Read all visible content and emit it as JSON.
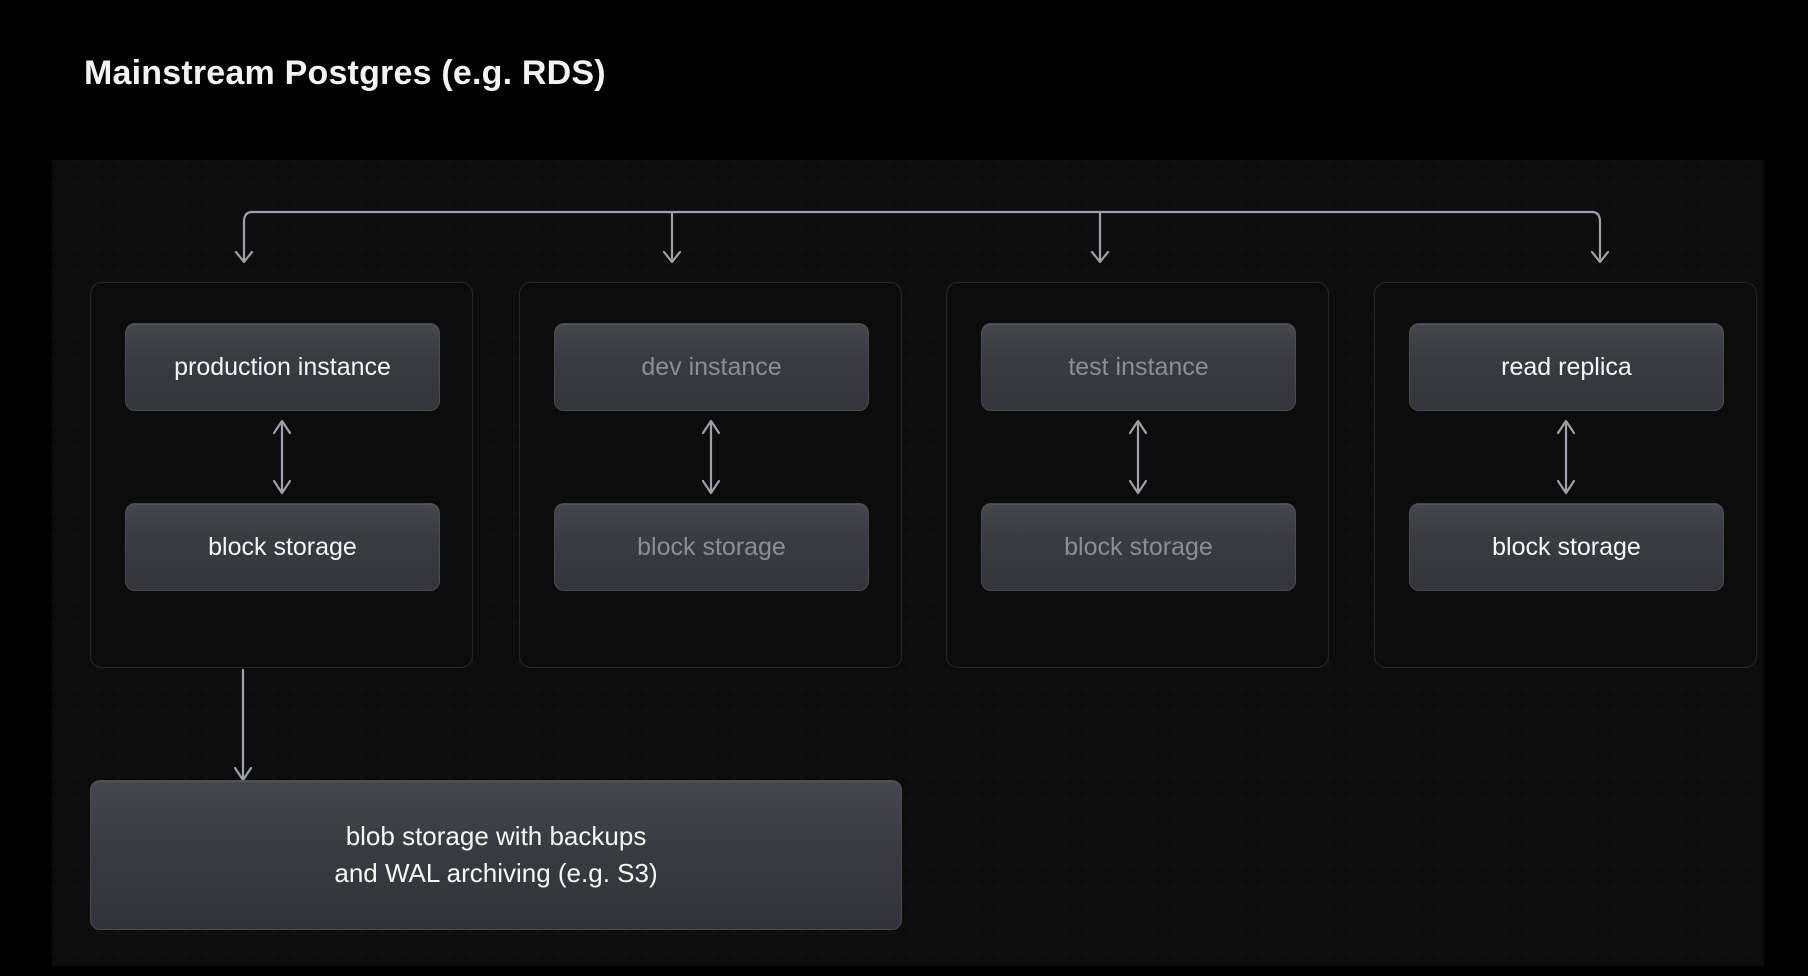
{
  "title": "Mainstream Postgres (e.g. RDS)",
  "colors": {
    "page_background": "#000000",
    "canvas_background": "#0d0d0e",
    "group_border": "#26272a",
    "node_fill": "#3a3b40",
    "node_border": "#4a4b50",
    "text_active": "#f4f5f6",
    "text_dimmed": "#8b8e93",
    "connector": "#9ea1a6"
  },
  "diagram": {
    "groups": [
      {
        "name": "production",
        "dimmed": false,
        "instance_label": "production instance",
        "storage_label": "block storage"
      },
      {
        "name": "dev",
        "dimmed": true,
        "instance_label": "dev instance",
        "storage_label": "block storage"
      },
      {
        "name": "test",
        "dimmed": true,
        "instance_label": "test instance",
        "storage_label": "block storage"
      },
      {
        "name": "read-replica",
        "dimmed": false,
        "instance_label": "read replica",
        "storage_label": "block storage"
      }
    ],
    "blob": {
      "line1": "blob storage with backups",
      "line2": "and WAL archiving (e.g. S3)"
    }
  }
}
